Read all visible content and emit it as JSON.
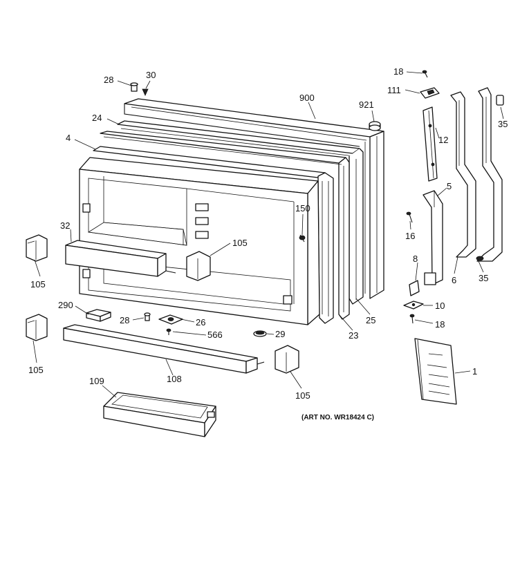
{
  "diagram": {
    "labels": {
      "c28_top": "28",
      "c30": "30",
      "c900": "900",
      "c921": "921",
      "c18_top": "18",
      "c111": "111",
      "c12": "12",
      "c35_top": "35",
      "c24": "24",
      "c4": "4",
      "c5": "5",
      "c16": "16",
      "c150": "150",
      "c32": "32",
      "c105_center": "105",
      "c105_left_top": "105",
      "c8": "8",
      "c6": "6",
      "c35_bottom": "35",
      "c10": "10",
      "c290": "290",
      "c28_mid": "28",
      "c26": "26",
      "c566": "566",
      "c29": "29",
      "c23": "23",
      "c25": "25",
      "c18_bottom": "18",
      "c1": "1",
      "c105_left_bottom": "105",
      "c108": "108",
      "c105_bottom": "105",
      "c109": "109"
    },
    "art_number": "(ART NO. WR18424 C)"
  }
}
